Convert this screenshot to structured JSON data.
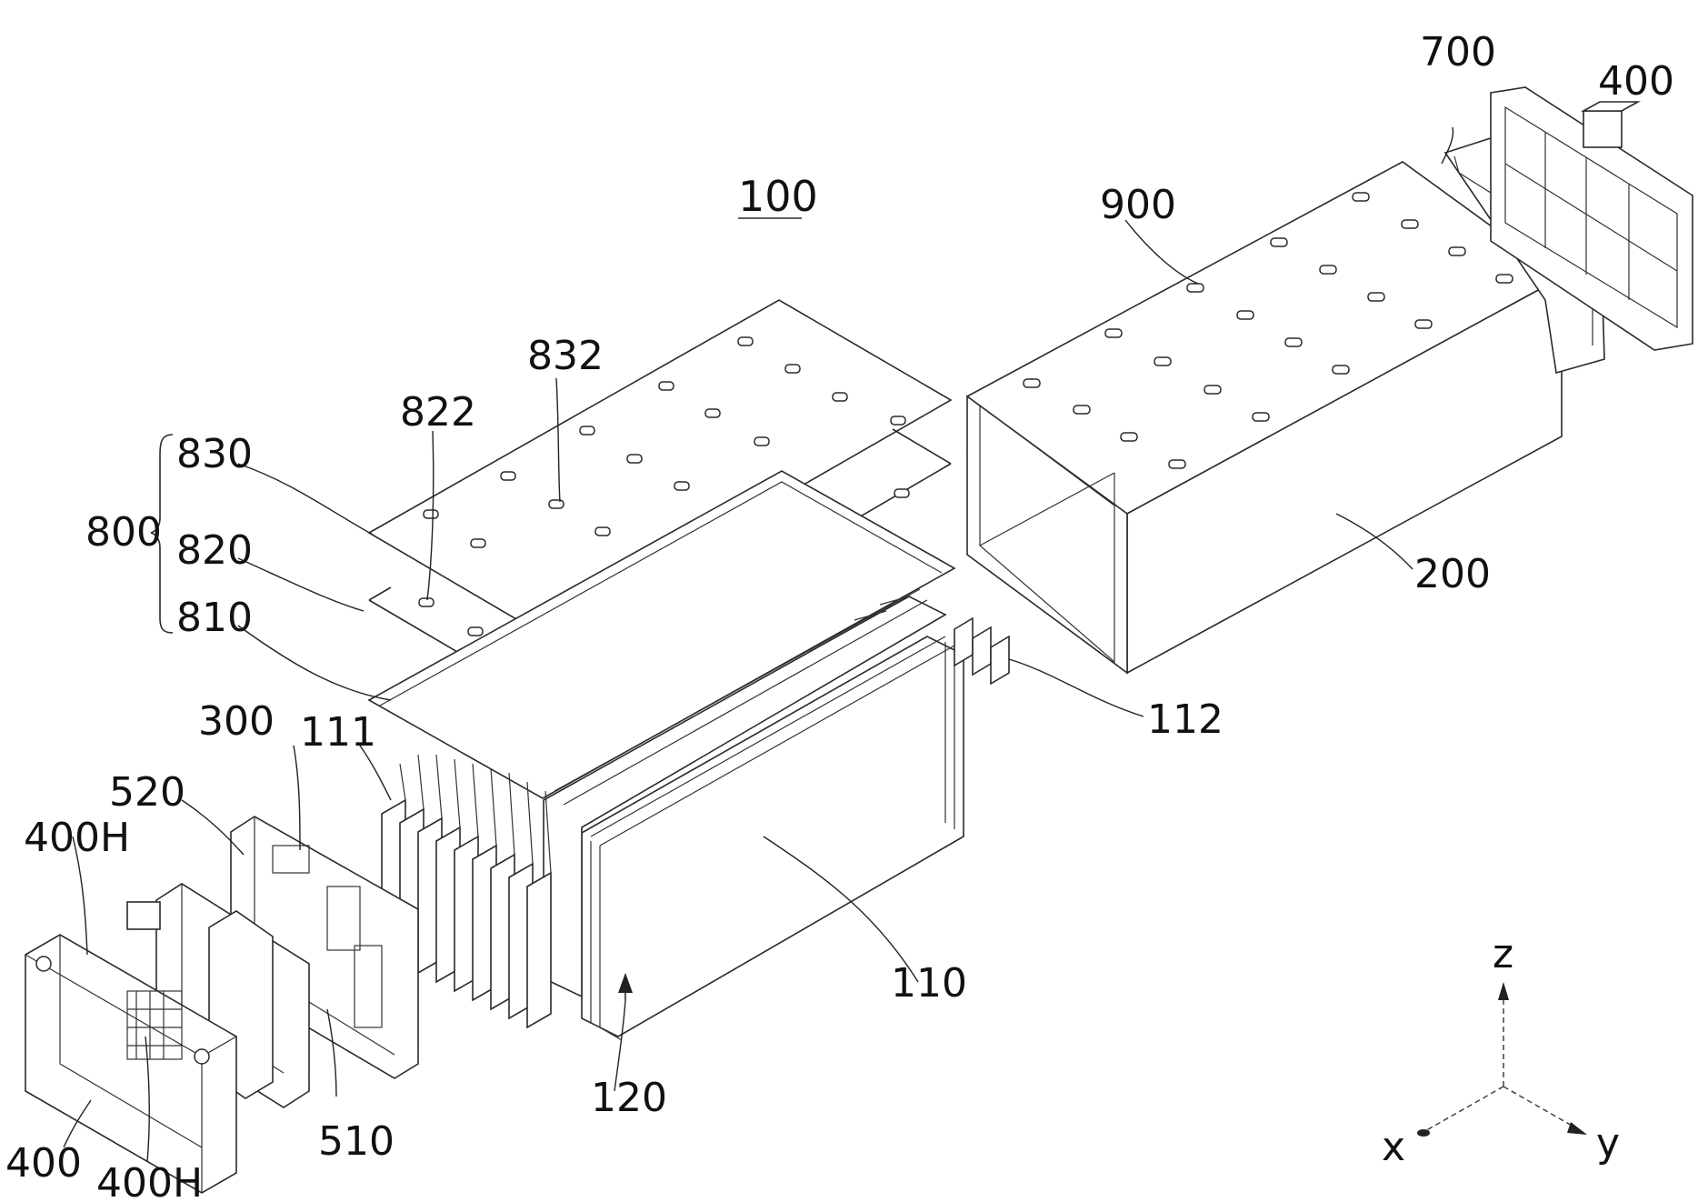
{
  "figure": {
    "reference_numeral": "100",
    "colors": {
      "line": "#2a2a2a",
      "background": "#ffffff",
      "text": "#111111"
    }
  },
  "labels": {
    "l_700": "700",
    "l_400_top": "400",
    "l_900": "900",
    "l_200": "200",
    "l_832": "832",
    "l_822": "822",
    "l_830": "830",
    "l_800": "800",
    "l_820": "820",
    "l_810": "810",
    "l_300": "300",
    "l_111": "111",
    "l_112": "112",
    "l_520": "520",
    "l_400h_top": "400H",
    "l_110": "110",
    "l_120": "120",
    "l_510": "510",
    "l_400_bottom": "400",
    "l_400h_bottom": "400H"
  },
  "axes": {
    "z": "z",
    "x": "x",
    "y": "y"
  }
}
